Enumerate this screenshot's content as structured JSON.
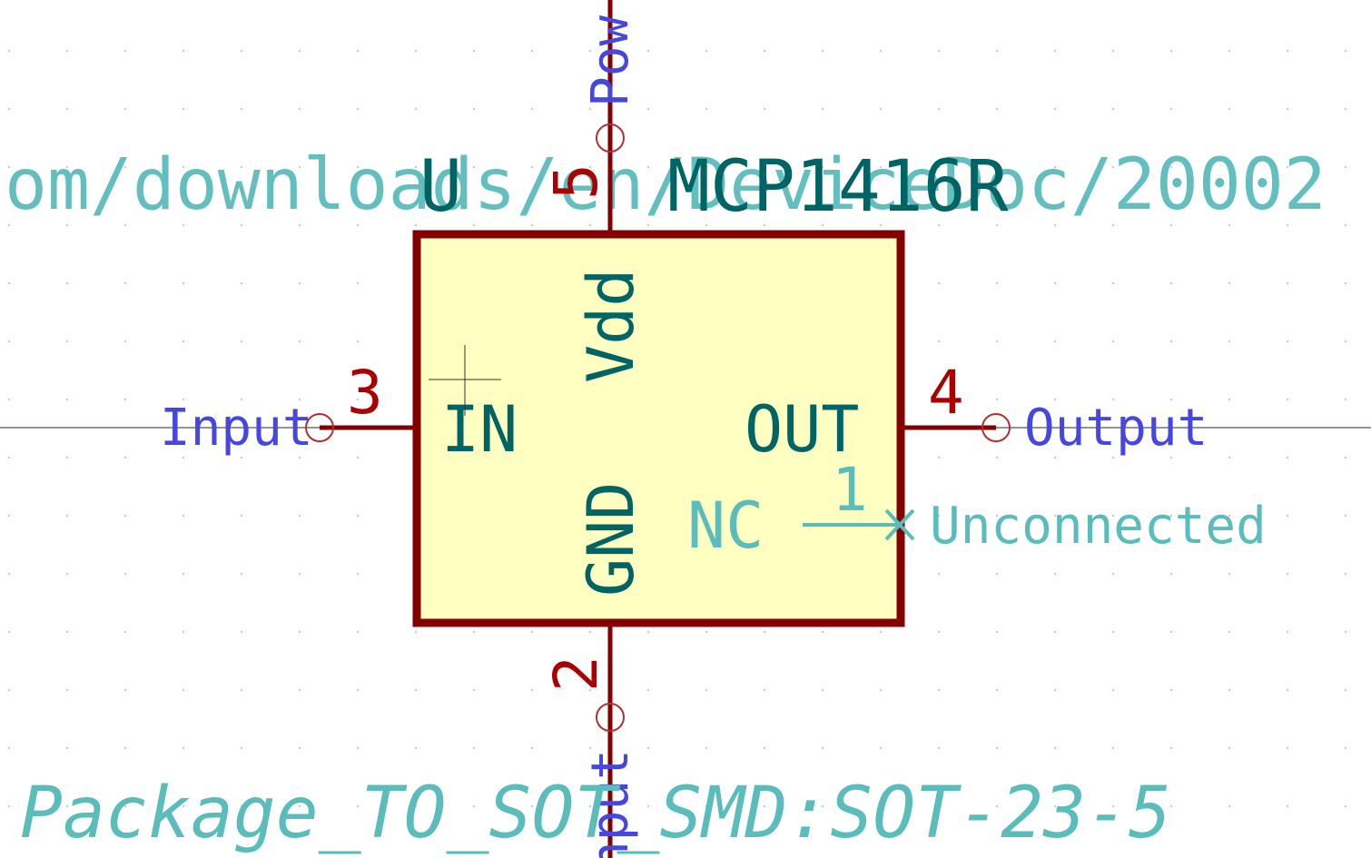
{
  "schematic": {
    "reference": "U",
    "value": "MCP1416R",
    "datasheet": "om/downloads/en/DeviceDoc/20002",
    "footprint": "Package_TO_SOT_SMD:SOT-23-5",
    "pins": {
      "vdd": {
        "number": "5",
        "name": "Vdd",
        "net": "Pow"
      },
      "gnd": {
        "number": "2",
        "name": "GND",
        "net": "nput"
      },
      "in": {
        "number": "3",
        "name": "IN",
        "net": "Input"
      },
      "out": {
        "number": "4",
        "name": "OUT",
        "net": "Output"
      },
      "nc": {
        "number": "1",
        "name": "NC",
        "net": "Unconnected"
      }
    },
    "colors": {
      "body_fill": "#ffffc2",
      "body_outline": "#840000",
      "pin_line": "#840000",
      "pin_number": "#a90000",
      "pin_name": "#006464",
      "net_label": "#4646e0",
      "field_text": "#5bbcbc",
      "wire": "#000000"
    }
  }
}
